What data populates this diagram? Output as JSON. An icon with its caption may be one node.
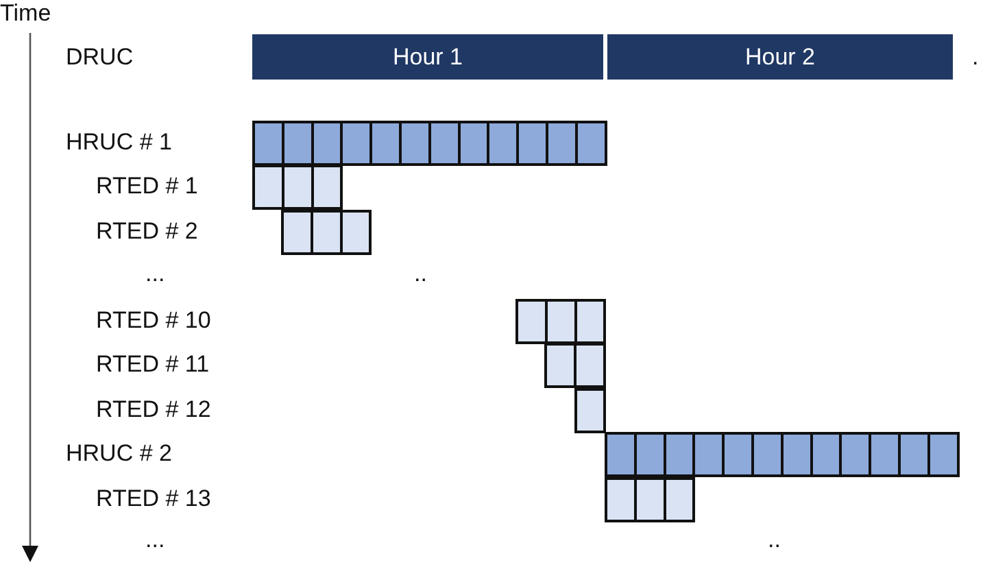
{
  "diagram": {
    "nodes": [
      {
        "text": [
          "Hour 1"
        ]
      },
      {
        "text": [
          "Hour 2"
        ]
      },
      {
        "text": [],
        "shape": "bar"
      },
      {
        "text": [],
        "shape": "bar"
      },
      {
        "text": [],
        "shape": "bar"
      },
      {
        "text": [],
        "shape": "bar"
      },
      {
        "text": [],
        "shape": "bar"
      },
      {
        "text": [],
        "shape": "bar"
      },
      {
        "text": [],
        "shape": "bar"
      },
      {
        "text": [],
        "shape": "bar"
      }
    ],
    "edges": [],
    "labels": [
      "Time",
      "DRUC",
      ".",
      "HRUC # 1",
      "RTED # 1",
      "RTED # 2",
      "...",
      "..",
      "RTED # 10",
      "RTED # 11",
      "RTED # 12",
      "HRUC # 2",
      "RTED # 13",
      "...",
      ".."
    ]
  }
}
